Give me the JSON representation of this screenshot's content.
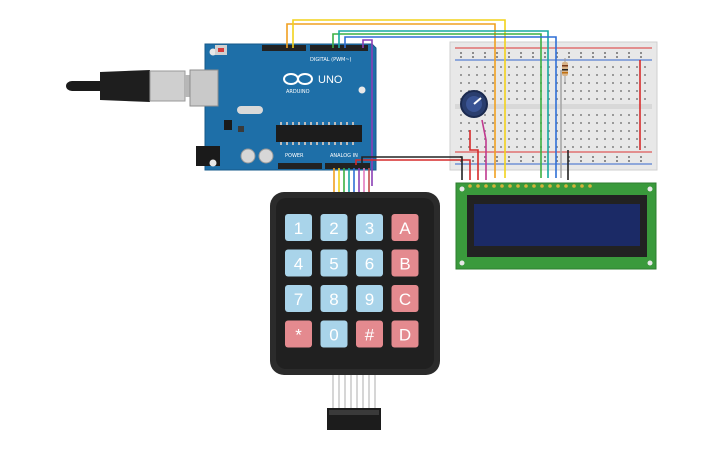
{
  "arduino": {
    "brand_label": "ARDUINO",
    "model_label": "UNO",
    "digital_label": "DIGITAL (PWM~)",
    "power_label": "POWER",
    "analog_label": "ANALOG IN",
    "icon": "arduino-infinity-logo"
  },
  "keypad": {
    "keys": [
      {
        "label": "1",
        "type": "num"
      },
      {
        "label": "2",
        "type": "num"
      },
      {
        "label": "3",
        "type": "num"
      },
      {
        "label": "A",
        "type": "fn"
      },
      {
        "label": "4",
        "type": "num"
      },
      {
        "label": "5",
        "type": "num"
      },
      {
        "label": "6",
        "type": "num"
      },
      {
        "label": "B",
        "type": "fn"
      },
      {
        "label": "7",
        "type": "num"
      },
      {
        "label": "8",
        "type": "num"
      },
      {
        "label": "9",
        "type": "num"
      },
      {
        "label": "C",
        "type": "fn"
      },
      {
        "label": "*",
        "type": "fn"
      },
      {
        "label": "0",
        "type": "num"
      },
      {
        "label": "#",
        "type": "fn"
      },
      {
        "label": "D",
        "type": "fn"
      }
    ]
  },
  "colors": {
    "board": "#1e6fa8",
    "keypad_body": "#2b2b2b",
    "key_num": "#a9d4ea",
    "key_fn": "#e48a8f",
    "lcd_pcb": "#3a9a3c",
    "lcd_screen": "#1b2a66",
    "breadboard": "#e8e8e8",
    "wire_orange": "#f0a020",
    "wire_yellow": "#f2d21b",
    "wire_green": "#3cb043",
    "wire_teal": "#16a9a0",
    "wire_blue": "#2f6fd6",
    "wire_purple": "#8a3fb5",
    "wire_red": "#d62b2b",
    "wire_black": "#222222"
  },
  "components": [
    "usb-cable",
    "arduino-uno",
    "breadboard",
    "potentiometer",
    "resistor",
    "lcd-16x2",
    "keypad-4x4",
    "ribbon-connector"
  ]
}
